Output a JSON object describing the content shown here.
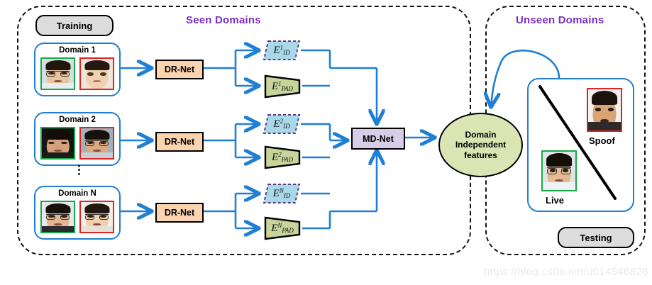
{
  "panels": {
    "seen": {
      "title": "Seen Domains",
      "badge": "Training",
      "accent": "#7b2fbe"
    },
    "unseen": {
      "title": "Unseen Domains",
      "badge": "Testing",
      "accent": "#7b2fbe"
    }
  },
  "colors": {
    "panel_border": "#111111",
    "title_purple": "#7b2fbe",
    "wire_blue": "#1f7fd4",
    "drnet_fill": "#fbd3ae",
    "mdnet_fill": "#d7cde6",
    "ellipse_fill": "#dbe5b4",
    "eid_fill": "#a9d8e8",
    "eid_border": "#5b3a8e",
    "epad_fill": "#c8d49a",
    "epad_border": "#000000",
    "live_border": "#19a84a",
    "spoof_border": "#e02424",
    "badge_fill": "#dcdcdc"
  },
  "domains": [
    {
      "label": "Domain 1",
      "drnet": "DR-Net",
      "eid": "E",
      "eid_sub": "ID",
      "eid_sup": "1",
      "epad": "E",
      "epad_sub": "PAD",
      "epad_sup": "1"
    },
    {
      "label": "Domain 2",
      "drnet": "DR-Net",
      "eid": "E",
      "eid_sub": "ID",
      "eid_sup": "2",
      "epad": "E",
      "epad_sub": "PAD",
      "epad_sup": "2"
    },
    {
      "label": "Domain N",
      "drnet": "DR-Net",
      "eid": "E",
      "eid_sub": "ID",
      "eid_sup": "N",
      "epad": "E",
      "epad_sub": "PAD",
      "epad_sup": "N"
    }
  ],
  "ellipsis": "⋮",
  "mdnet": {
    "label": "MD-Net"
  },
  "feature_node": {
    "line1": "Domain",
    "line2": "Independent",
    "line3": "features"
  },
  "test_samples": {
    "spoof_label": "Spoof",
    "live_label": "Live"
  },
  "watermark": "https://blog.csdn.net/u014546828"
}
